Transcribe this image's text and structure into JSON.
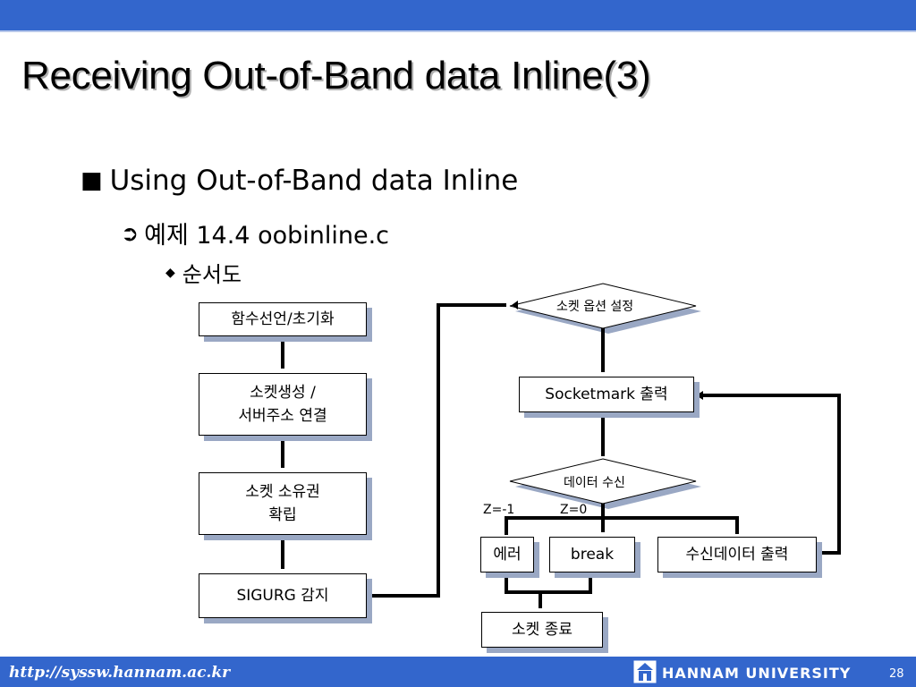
{
  "title": "Receiving Out-of-Band data Inline(3)",
  "bullets": {
    "level1": {
      "mark": "■",
      "text": "Using Out-of-Band data Inline"
    },
    "level2": {
      "mark": "➲",
      "text": "예제 14.4 oobinline.c"
    },
    "level3": {
      "mark": "◆",
      "text": "순서도"
    }
  },
  "flowchart": {
    "func_decl": "함수선언/초기화",
    "socket_create": "소켓생성 /\n서버주소 연결",
    "socket_owner": "소켓 소유권\n확립",
    "sigurg": "SIGURG 감지",
    "socket_option": "소켓 옵션 설정",
    "socketmark": "Socketmark 출력",
    "data_recv": "데이터 수신",
    "error": "에러",
    "break": "break",
    "recv_print": "수신데이터 출력",
    "socket_close": "소켓 종료",
    "label_z_neg1": "Z=-1",
    "label_z_0": "Z=0"
  },
  "footer": {
    "url": "http://syssw.hannam.ac.kr",
    "university": "HANNAM UNIVERSITY",
    "page": "28"
  },
  "colors": {
    "bar": "#3366cc",
    "shadow": "#9aa8c4"
  }
}
